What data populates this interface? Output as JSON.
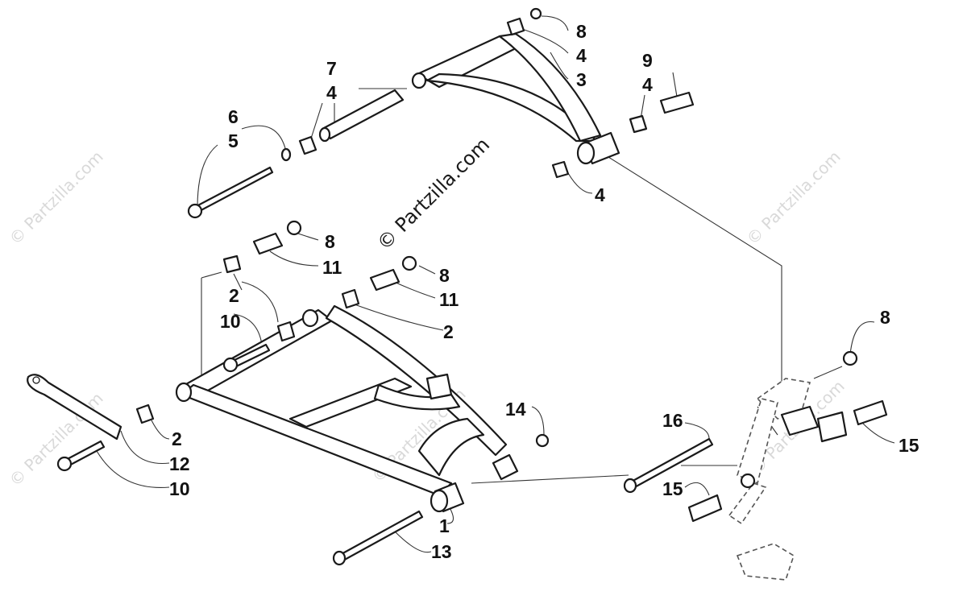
{
  "watermark": {
    "main": "© Partzilla.com",
    "faint": "© Partzilla.com",
    "color": "#d9d9d9"
  },
  "callouts": [
    {
      "label": "8"
    },
    {
      "label": "4"
    },
    {
      "label": "3"
    },
    {
      "label": "7"
    },
    {
      "label": "4"
    },
    {
      "label": "9"
    },
    {
      "label": "4"
    },
    {
      "label": "6"
    },
    {
      "label": "5"
    },
    {
      "label": "4"
    },
    {
      "label": "8"
    },
    {
      "label": "11"
    },
    {
      "label": "8"
    },
    {
      "label": "11"
    },
    {
      "label": "2"
    },
    {
      "label": "10"
    },
    {
      "label": "2"
    },
    {
      "label": "8"
    },
    {
      "label": "14"
    },
    {
      "label": "2"
    },
    {
      "label": "12"
    },
    {
      "label": "10"
    },
    {
      "label": "16"
    },
    {
      "label": "15"
    },
    {
      "label": "15"
    },
    {
      "label": "1"
    },
    {
      "label": "13"
    }
  ]
}
